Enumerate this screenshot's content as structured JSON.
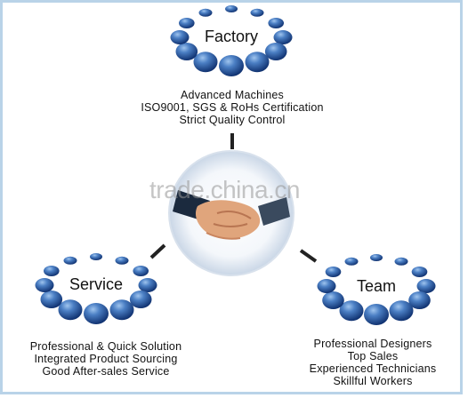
{
  "nodes": {
    "factory": {
      "label": "Factory",
      "lines": [
        "Advanced Machines",
        "ISO9001, SGS & RoHs Certification",
        "Strict Quality Control"
      ]
    },
    "service": {
      "label": "Service",
      "lines": [
        "Professional & Quick Solution",
        "Integrated Product Sourcing",
        "Good After-sales Service"
      ]
    },
    "team": {
      "label": "Team",
      "lines": [
        "Professional Designers",
        "Top Sales",
        "Experienced Technicians",
        "Skillful Workers"
      ]
    }
  },
  "watermark": "trade.china.cn",
  "colors": {
    "bead_dark": "#0a2a68",
    "bead_light": "#5a8fd0",
    "connector": "#222222",
    "frame": "#b9d3e8"
  }
}
